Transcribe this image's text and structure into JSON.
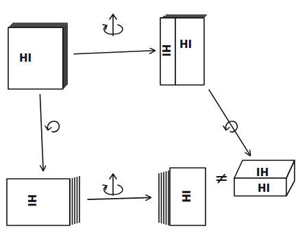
{
  "diagram": {
    "nodes": [
      {
        "text": [
          "HI"
        ]
      },
      {
        "text": [
          "HI",
          "HI"
        ]
      },
      {
        "text": [
          "HI"
        ]
      },
      {
        "text": [
          "HI"
        ]
      },
      {
        "text": [
          "HI",
          "HI"
        ]
      }
    ],
    "edges": [
      {
        "from": 0,
        "to": 1,
        "arrow": "to"
      },
      {
        "from": 0,
        "to": 2,
        "arrow": "to"
      },
      {
        "from": 1,
        "to": 4,
        "arrow": "to"
      },
      {
        "from": 2,
        "to": 3,
        "arrow": "to"
      }
    ],
    "labels": [
      "≠"
    ]
  }
}
